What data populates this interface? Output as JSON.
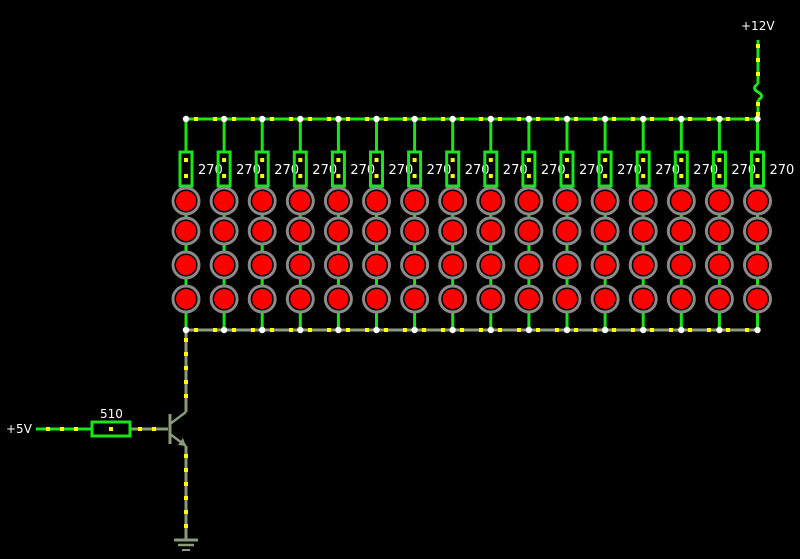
{
  "supply": {
    "label": "+12V"
  },
  "input": {
    "label": "+5V"
  },
  "base_resistor": {
    "label": "510"
  },
  "column_resistors": {
    "labels": [
      "270",
      "270",
      "270",
      "270",
      "270",
      "270",
      "270",
      "270",
      "270",
      "270",
      "270",
      "270",
      "270",
      "270",
      "270",
      "270"
    ]
  },
  "led_matrix": {
    "columns": 16,
    "rows": 4,
    "led_color": "#ff0000",
    "ring_color": "#8a8a8a"
  },
  "colors": {
    "background": "#000000",
    "wire_active": "#19e619",
    "wire_ground": "#8a9a7a",
    "current_dot": "#ffff00",
    "junction": "#ffffff",
    "resistor": "#19e619"
  }
}
